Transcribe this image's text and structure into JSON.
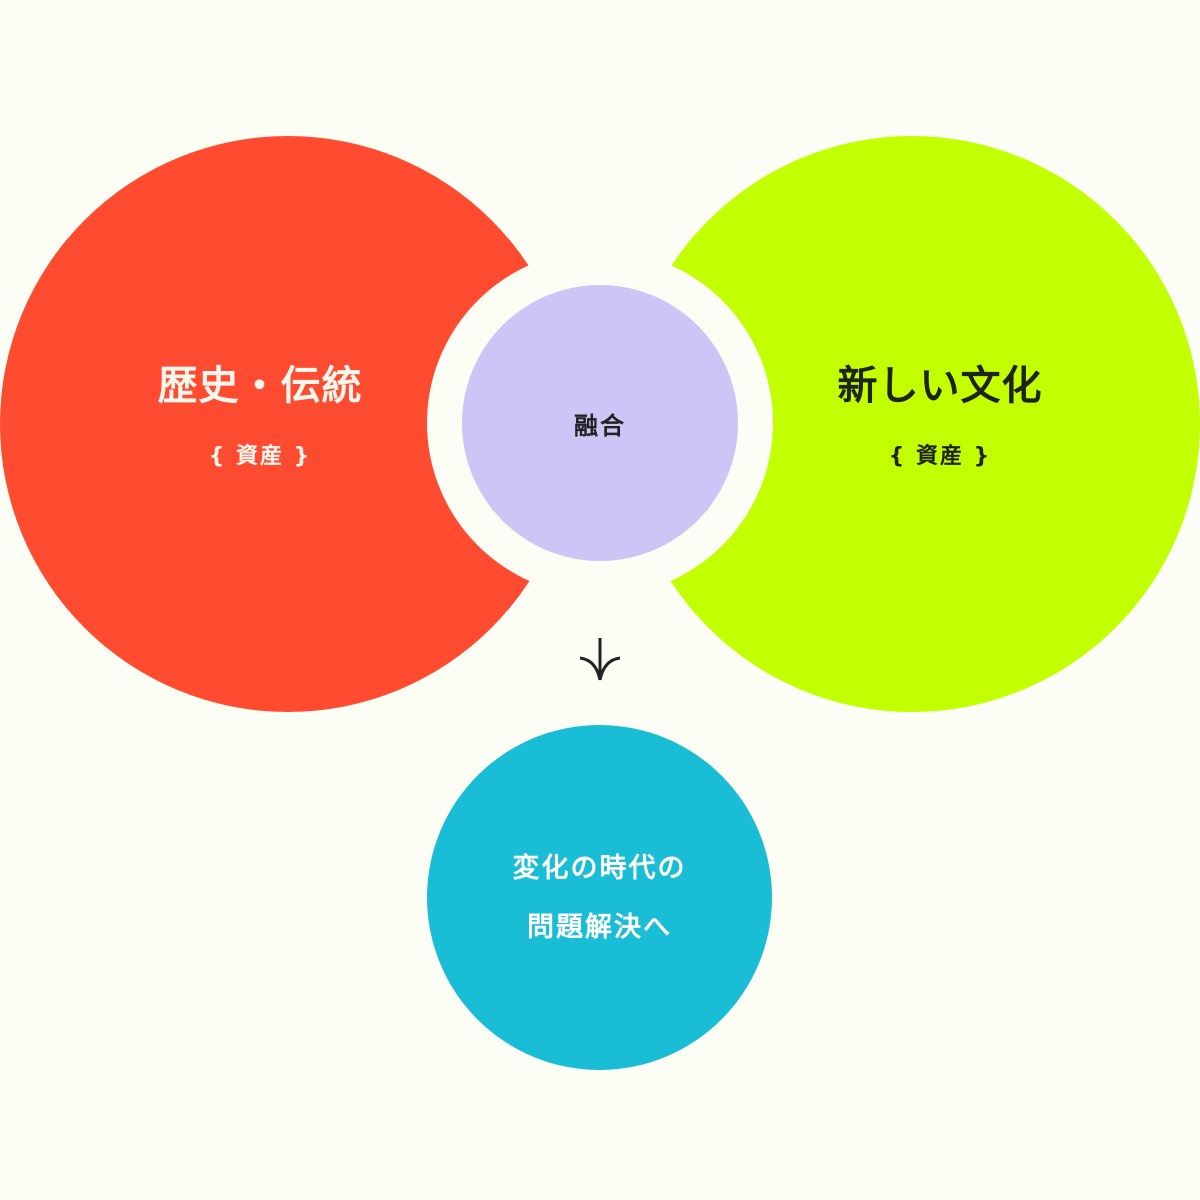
{
  "diagram": {
    "left_circle": {
      "title": "歴史・伝統",
      "subtitle": "{ 資産 }",
      "color": "#ff4b2f"
    },
    "right_circle": {
      "title": "新しい文化",
      "subtitle": "{ 資産 }",
      "color": "#c2ff00"
    },
    "center_circle": {
      "label": "融合",
      "color": "#cdc5f5"
    },
    "arrow": {
      "icon": "arrow-down-icon"
    },
    "bottom_circle": {
      "line1": "変化の時代の",
      "line2": "問題解決へ",
      "color": "#19bdd6"
    },
    "background_color": "#fcfdf5"
  }
}
